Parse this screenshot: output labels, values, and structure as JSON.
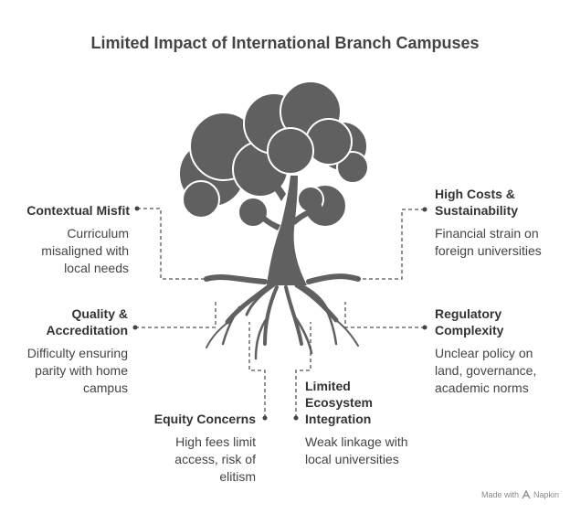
{
  "title": "Limited Impact of International Branch Campuses",
  "items": [
    {
      "heading": "Contextual Misfit",
      "description": "Curriculum misaligned with local needs"
    },
    {
      "heading": "Quality & Accreditation",
      "description": "Difficulty ensuring parity with home campus"
    },
    {
      "heading": "Equity Concerns",
      "description": "High fees limit access, risk of elitism"
    },
    {
      "heading": "Limited Ecosystem Integration",
      "description": "Weak linkage with local universities"
    },
    {
      "heading": "Regulatory Complexity",
      "description": "Unclear policy on land, governance, academic norms"
    },
    {
      "heading": "High Costs & Sustainability",
      "description": "Financial strain on foreign universities"
    }
  ],
  "footer": {
    "made_with": "Made with",
    "brand": "Napkin"
  },
  "colors": {
    "tree": "#606060",
    "canopy_outline": "#ffffff",
    "text": "#3d3d3d",
    "connector": "#555555"
  }
}
